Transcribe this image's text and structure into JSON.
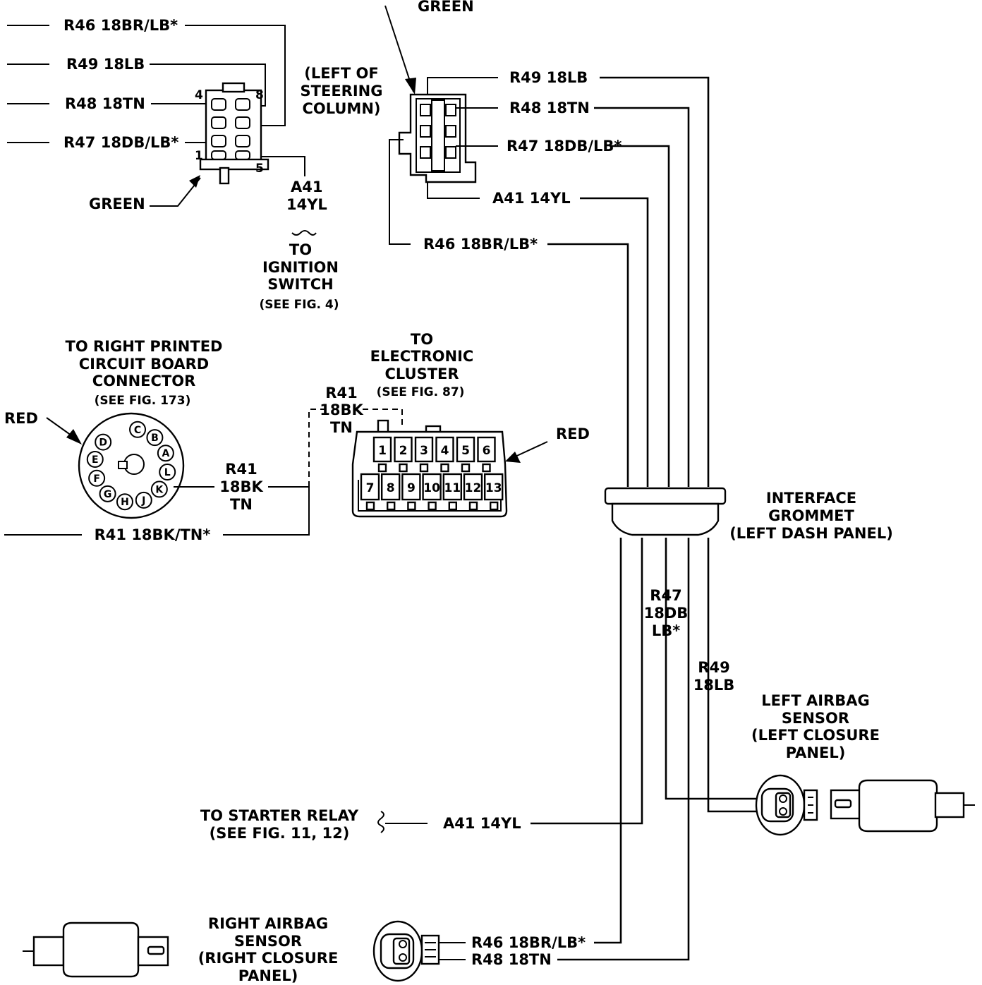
{
  "colors": {
    "ink": "#000000",
    "paper": "#ffffff"
  },
  "labels": {
    "c1_r46": "R46 18BR/LB*",
    "c1_r49": "R49 18LB",
    "c1_r48": "R48 18TN",
    "c1_r47": "R47 18DB/LB*",
    "c1_pin4": "4",
    "c1_pin8": "8",
    "c1_pin1": "1",
    "c1_pin5": "5",
    "c1_green": "GREEN",
    "a41_a": "A41",
    "a41_b": "14YL",
    "ign_1": "TO",
    "ign_2": "IGNITION",
    "ign_3": "SWITCH",
    "ign_4": "(SEE FIG. 4)",
    "c2_green": "GREEN",
    "c2_loc1": "(LEFT OF",
    "c2_loc2": "STEERING",
    "c2_loc3": "COLUMN)",
    "c2_r49": "R49 18LB",
    "c2_r48": "R48 18TN",
    "c2_r47": "R47 18DB/LB*",
    "c2_a41": "A41 14YL",
    "c2_r46": "R46 18BR/LB*",
    "pcb_1": "TO RIGHT PRINTED",
    "pcb_2": "CIRCUIT BOARD",
    "pcb_3": "CONNECTOR",
    "pcb_4": "(SEE FIG. 173)",
    "pcb_red": "RED",
    "pcb_r41_a": "R41",
    "pcb_r41_b": "18BK",
    "pcb_r41_c": "TN",
    "r41_bottom": "R41 18BK/TN*",
    "clu_1": "TO",
    "clu_2": "ELECTRONIC",
    "clu_3": "CLUSTER",
    "clu_4": "(SEE FIG. 87)",
    "clu_r41_a": "R41",
    "clu_r41_b": "18BK",
    "clu_r41_c": "TN",
    "clu_red": "RED",
    "grom_1": "INTERFACE",
    "grom_2": "GROMMET",
    "grom_3": "(LEFT DASH PANEL)",
    "r47_v_a": "R47",
    "r47_v_b": "18DB",
    "r47_v_c": "LB*",
    "r49_v_a": "R49",
    "r49_v_b": "18LB",
    "las_1": "LEFT AIRBAG",
    "las_2": "SENSOR",
    "las_3": "(LEFT CLOSURE",
    "las_4": "PANEL)",
    "sr_1": "TO STARTER RELAY",
    "sr_2": "(SEE FIG. 11, 12)",
    "sr_a41": "A41 14YL",
    "ras_1": "RIGHT AIRBAG",
    "ras_2": "SENSOR",
    "ras_3": "(RIGHT CLOSURE",
    "ras_4": "PANEL)",
    "ras_r46": "R46 18BR/LB*",
    "ras_r48": "R48 18TN"
  },
  "pcb_pins": [
    "C",
    "B",
    "A",
    "L",
    "K",
    "J",
    "H",
    "G",
    "F",
    "E",
    "D"
  ],
  "cluster_pins_top": [
    "1",
    "2",
    "3",
    "4",
    "5",
    "6"
  ],
  "cluster_pins_bottom": [
    "7",
    "8",
    "9",
    "10",
    "11",
    "12",
    "13"
  ]
}
